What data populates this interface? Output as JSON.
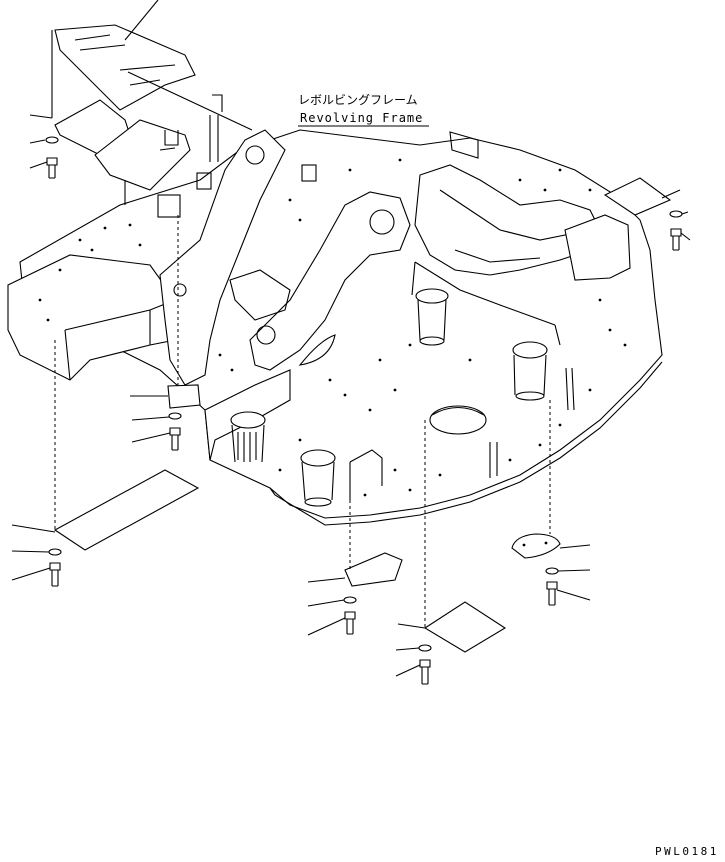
{
  "title": {
    "japanese": "レボルビングフレーム",
    "english": "Revolving Frame"
  },
  "drawing_code": "PWL0181"
}
